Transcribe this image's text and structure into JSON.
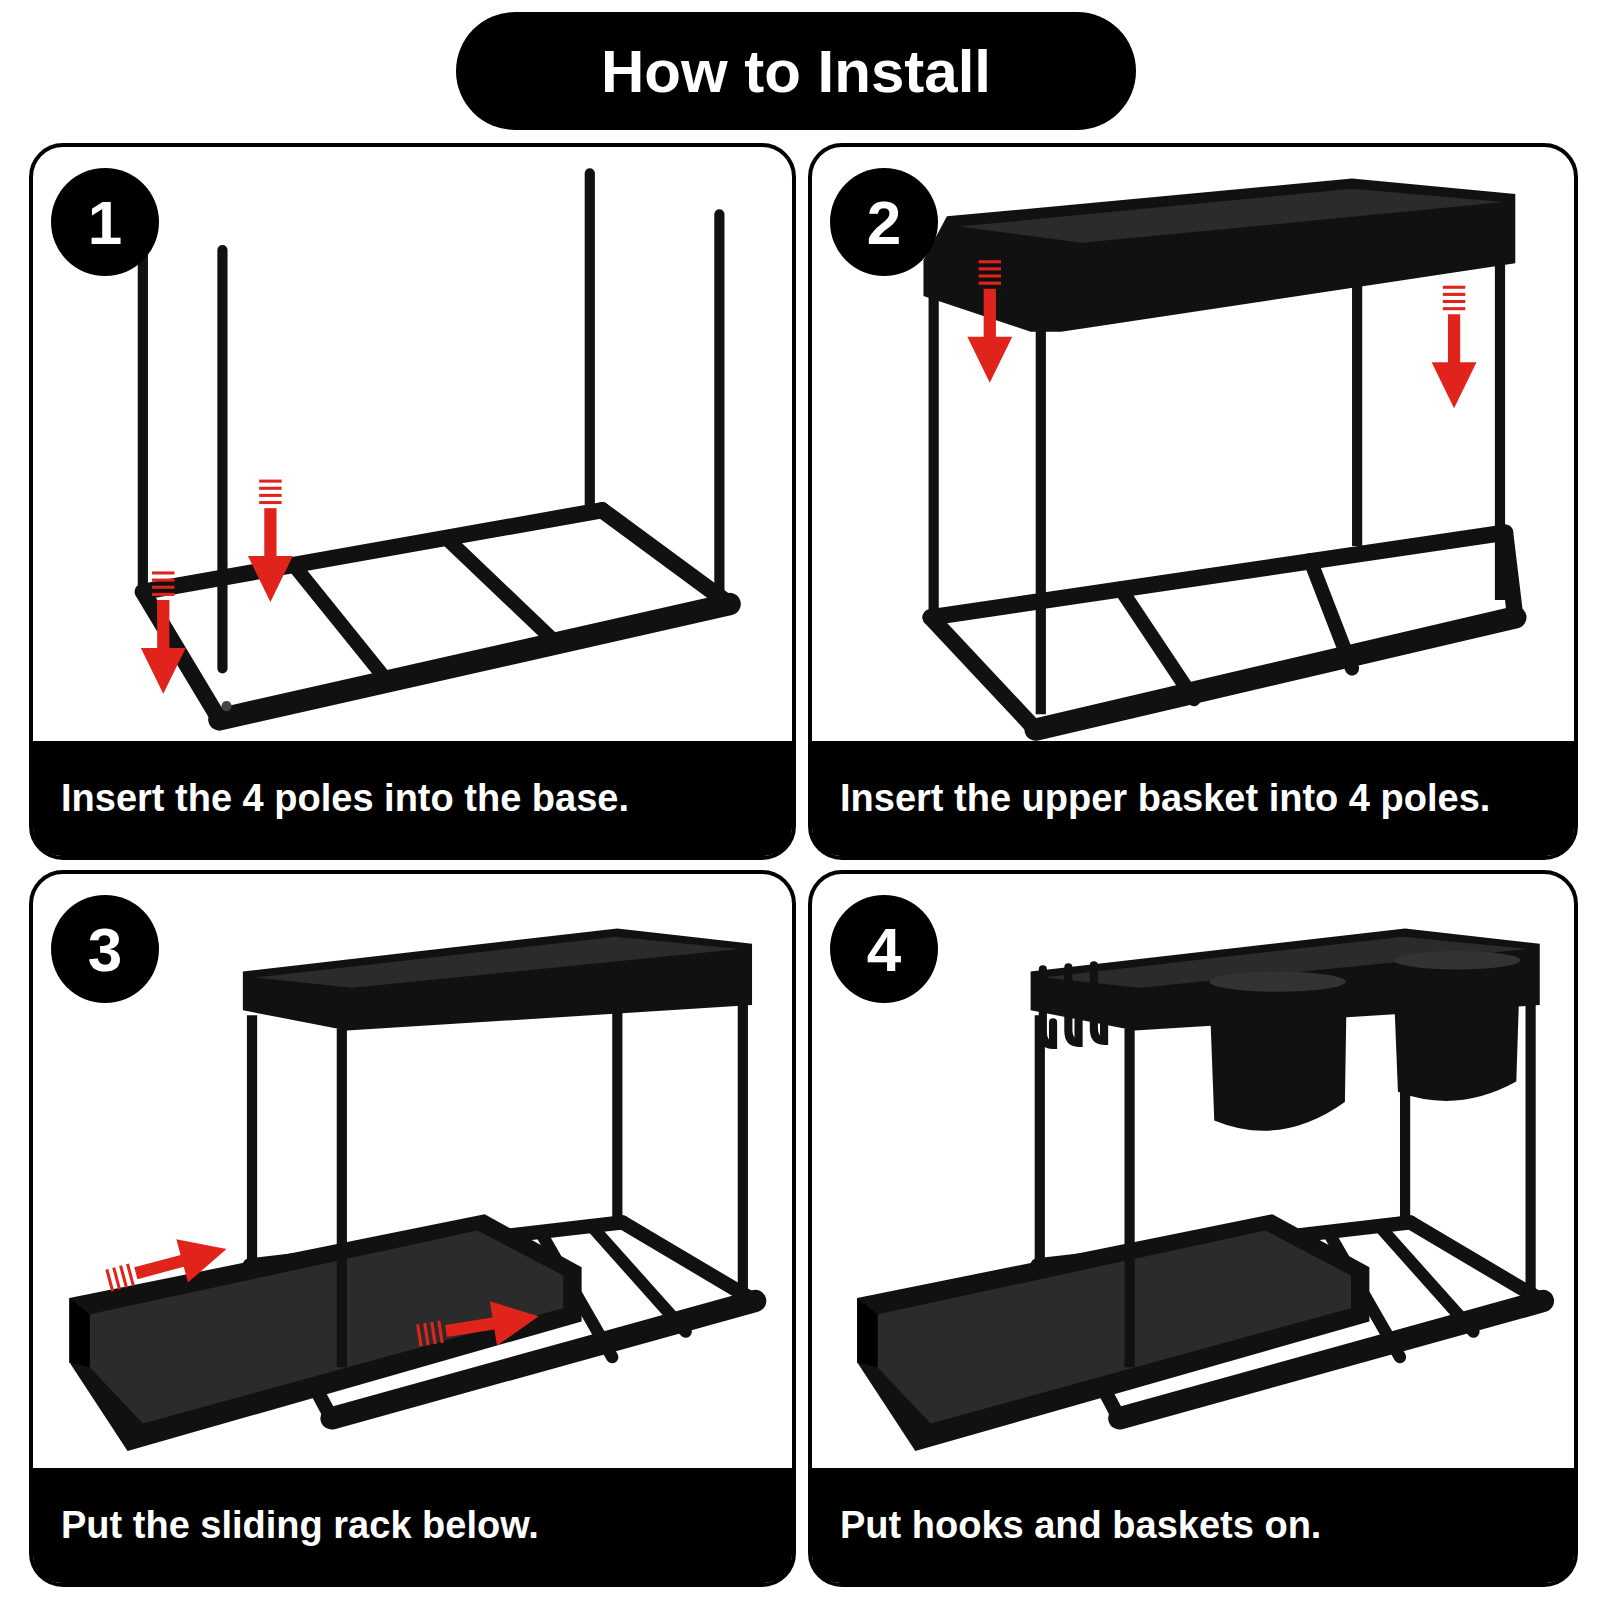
{
  "diagram": {
    "title": "How to Install",
    "nodes": [
      {
        "text": [
          "Insert the 4 poles into the base."
        ]
      },
      {
        "text": [
          "1"
        ],
        "in": 0
      },
      {
        "text": [
          "Insert the upper basket into 4 poles."
        ]
      },
      {
        "text": [
          "2"
        ],
        "in": 2
      },
      {
        "text": [
          "Put the sliding rack below."
        ]
      },
      {
        "text": [
          "3"
        ],
        "in": 4
      },
      {
        "text": [
          "Put hooks and baskets on."
        ]
      },
      {
        "text": [
          "4"
        ],
        "in": 6
      }
    ]
  }
}
